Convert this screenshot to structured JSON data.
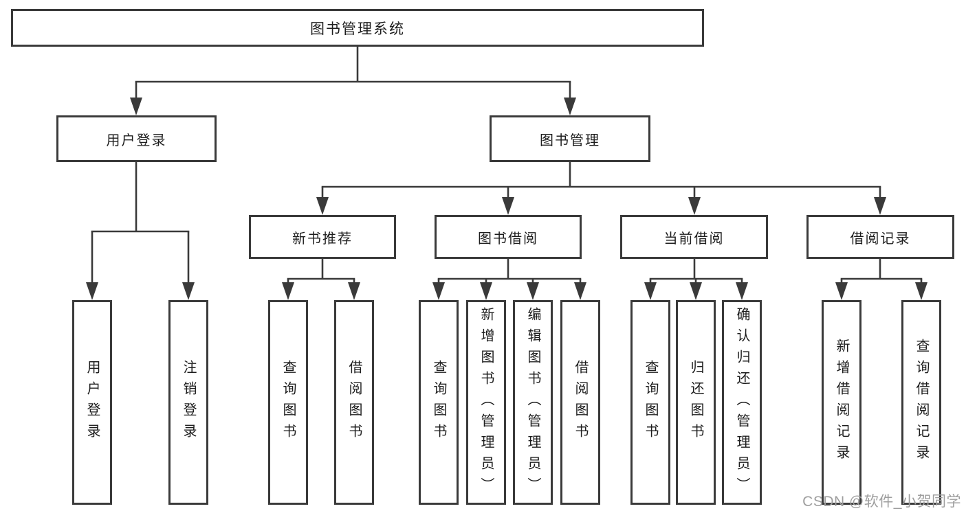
{
  "colors": {
    "line": "#3a3a3a",
    "text": "#1d1d1d",
    "background": "#ffffff",
    "watermark": "#9e9e9e"
  },
  "watermark": {
    "text": "CSDN @软件_小贺同学"
  },
  "tree": {
    "label": "图书管理系统",
    "children": [
      {
        "label": "用户登录",
        "children": [
          {
            "label": "用户登录"
          },
          {
            "label": "注销登录"
          }
        ]
      },
      {
        "label": "图书管理",
        "children": [
          {
            "label": "新书推荐",
            "children": [
              {
                "label": "查询图书"
              },
              {
                "label": "借阅图书"
              }
            ]
          },
          {
            "label": "图书借阅",
            "children": [
              {
                "label": "查询图书"
              },
              {
                "label": "新增图书（管理员）"
              },
              {
                "label": "编辑图书（管理员）"
              },
              {
                "label": "借阅图书"
              }
            ]
          },
          {
            "label": "当前借阅",
            "children": [
              {
                "label": "查询图书"
              },
              {
                "label": "归还图书"
              },
              {
                "label": "确认归还（管理员）"
              }
            ]
          },
          {
            "label": "借阅记录",
            "children": [
              {
                "label": "新增借阅记录"
              },
              {
                "label": "查询借阅记录"
              }
            ]
          }
        ]
      }
    ]
  }
}
